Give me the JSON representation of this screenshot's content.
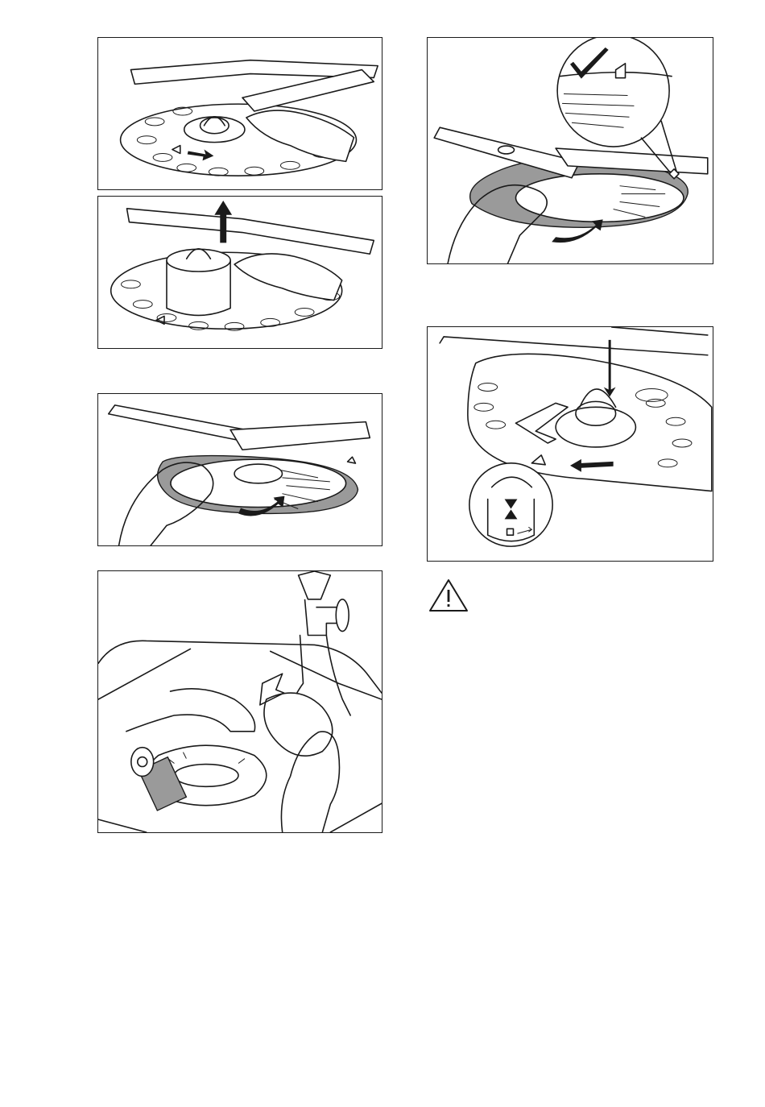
{
  "page": {
    "figures": [
      {
        "id": "p1",
        "name": "figure-turn-filter-counterclockwise"
      },
      {
        "id": "p2",
        "name": "figure-lift-filter-out"
      },
      {
        "id": "p3",
        "name": "figure-remove-flat-filter"
      },
      {
        "id": "p4",
        "name": "figure-rinse-filters-under-tap"
      },
      {
        "id": "p5",
        "name": "figure-refit-flat-filter-check"
      },
      {
        "id": "p6",
        "name": "figure-insert-and-lock-filter"
      }
    ],
    "icons": {
      "warning": "warning-triangle-icon",
      "check": "checkmark-icon",
      "lock": "lock-icon",
      "hourglass": "hourglass-icon"
    },
    "colors": {
      "line": "#1a1a1a",
      "fill_gray": "#9a9a9a",
      "background": "#ffffff"
    }
  }
}
